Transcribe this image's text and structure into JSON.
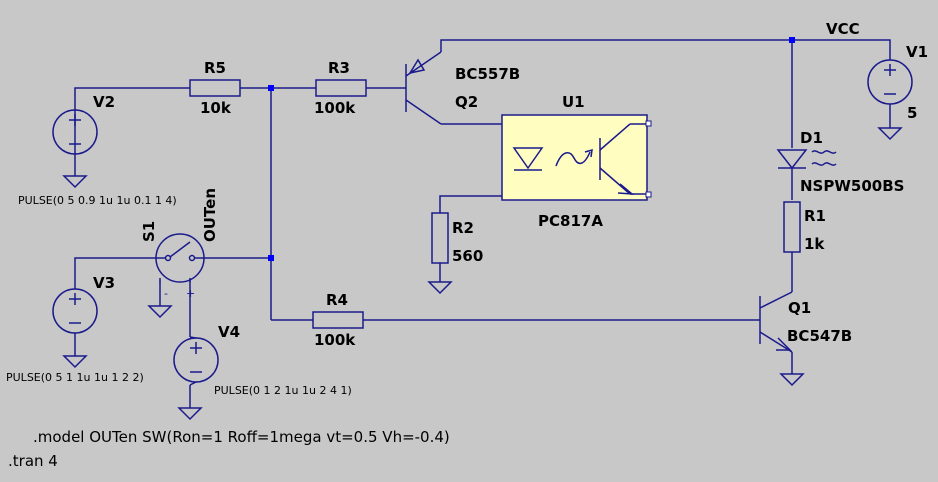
{
  "colors": {
    "background": "#c8c8c8",
    "wire": "#1a1a8c",
    "source_fill": "#fffec0",
    "opto_fill": "#fffec0",
    "junction": "#0000ff",
    "text": "#000000"
  },
  "components": {
    "V1": {
      "name": "V1",
      "value": "5"
    },
    "V2": {
      "name": "V2",
      "value": "PULSE(0 5 0.9 1u 1u 0.1 1 4)"
    },
    "V3": {
      "name": "V3",
      "value": "PULSE(0 5 1 1u 1u 1 2 2)"
    },
    "V4": {
      "name": "V4",
      "value": "PULSE(0 1 2 1u 1u 2 4 1)"
    },
    "R1": {
      "name": "R1",
      "value": "1k"
    },
    "R2": {
      "name": "R2",
      "value": "560"
    },
    "R3": {
      "name": "R3",
      "value": "100k"
    },
    "R4": {
      "name": "R4",
      "value": "100k"
    },
    "R5": {
      "name": "R5",
      "value": "10k"
    },
    "Q1": {
      "name": "Q1",
      "value": "BC547B"
    },
    "Q2": {
      "name": "Q2",
      "value": "BC557B"
    },
    "D1": {
      "name": "D1",
      "value": "NSPW500BS"
    },
    "U1": {
      "name": "U1",
      "value": "PC817A"
    },
    "S1": {
      "name": "S1",
      "value": "OUTen"
    }
  },
  "nets": {
    "vcc": "VCC"
  },
  "directives": {
    "model": ".model OUTen SW(Ron=1 Roff=1mega vt=0.5 Vh=-0.4)",
    "tran": ".tran 4"
  },
  "polarity": {
    "plus": "+",
    "minus": "-"
  }
}
